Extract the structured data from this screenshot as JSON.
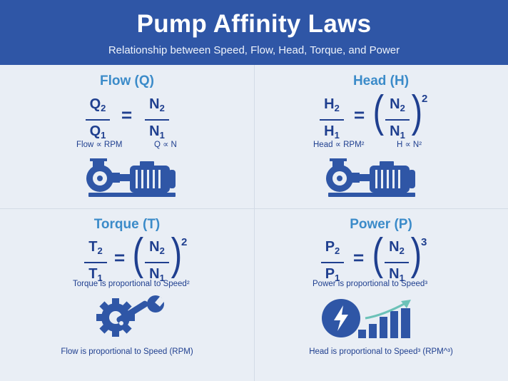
{
  "header": {
    "title": "Pump Affinity Laws",
    "subtitle": "Relationship between Speed, Flow, Head, Torque, and Power"
  },
  "colors": {
    "header_bg": "#2f56a6",
    "background": "#e9eef5",
    "heading_blue": "#3b8bc9",
    "formula_navy": "#1f3f8f",
    "icon_blue": "#2f56a6",
    "trend_teal": "#6cc2b8"
  },
  "quadrants": {
    "flow": {
      "title": "Flow (Q)",
      "num": "Q",
      "num_sub": "2",
      "den": "Q",
      "den_sub": "1",
      "rnum": "N",
      "rnum_sub": "2",
      "rden": "N",
      "rden_sub": "1",
      "equals": "=",
      "note_left": "Flow ∝ RPM",
      "note_right": "Q ∝ N",
      "icon": "pump-motor-icon"
    },
    "head": {
      "title": "Head (H)",
      "num": "H",
      "num_sub": "2",
      "den": "H",
      "den_sub": "1",
      "rnum": "N",
      "rnum_sub": "2",
      "rden": "N",
      "rden_sub": "1",
      "equals": "=",
      "lparen": "(",
      "rparen": ")",
      "exponent": "2",
      "note_left": "Head ∝ RPM²",
      "note_right": "H ∝ N²",
      "icon": "pump-motor-icon"
    },
    "torque": {
      "title": "Torque (T)",
      "num": "T",
      "num_sub": "2",
      "den": "T",
      "den_sub": "1",
      "rnum": "N",
      "rnum_sub": "2",
      "rden": "N",
      "rden_sub": "1",
      "equals": "=",
      "lparen": "(",
      "rparen": ")",
      "exponent": "2",
      "note": "Torque is proportional to Speed²",
      "caption": "Flow is proportional to Speed (RPM)",
      "icon": "gear-wrench-icon"
    },
    "power": {
      "title": "Power (P)",
      "num": "P",
      "num_sub": "2",
      "den": "P",
      "den_sub": "1",
      "rnum": "N",
      "rnum_sub": "2",
      "rden": "N",
      "rden_sub": "1",
      "equals": "=",
      "lparen": "(",
      "rparen": ")",
      "exponent": "3",
      "note": "Power is proportional to Speed³",
      "caption": "Head is proportional to Speed³ (RPM^³)",
      "icon": "lightning-bolt-icon",
      "icon2": "bar-chart-trend-icon"
    }
  }
}
